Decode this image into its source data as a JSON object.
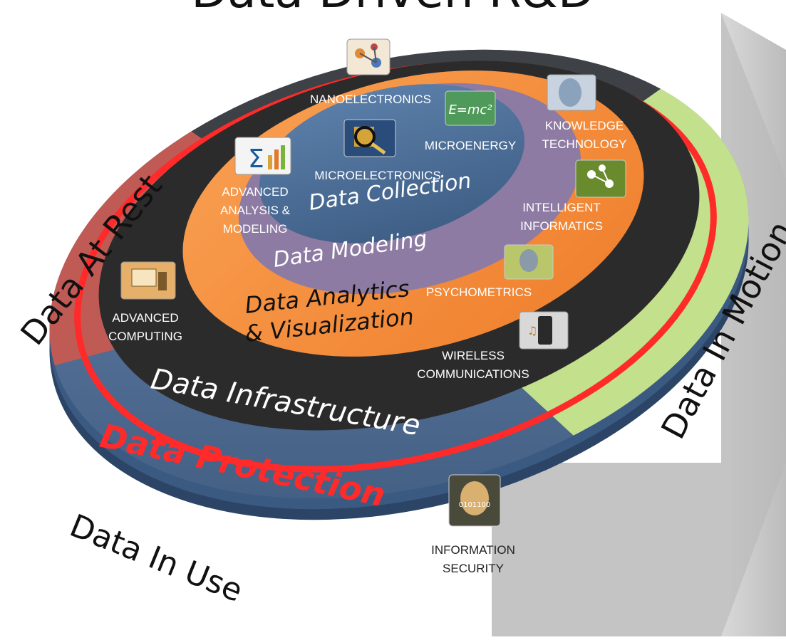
{
  "title": "Data Driven R&D",
  "states": {
    "at_rest": "Data At Rest",
    "in_motion": "Data In Motion",
    "in_use": "Data In Use"
  },
  "rings": {
    "protection": "Data Protection",
    "infrastructure": "Data Infrastructure",
    "analytics_line1": "Data Analytics",
    "analytics_line2": "& Visualization",
    "modeling": "Data Modeling",
    "collection": "Data Collection"
  },
  "domains": {
    "nanoelectronics": "NANOELECTRONICS",
    "microenergy": "MICROENERGY",
    "knowledge_line1": "KNOWLEDGE",
    "knowledge_line2": "TECHNOLOGY",
    "microelectronics": "MICROELECTRONICS",
    "analysis_line1": "ADVANCED",
    "analysis_line2": "ANALYSIS &",
    "analysis_line3": "MODELING",
    "informatics_line1": "INTELLIGENT",
    "informatics_line2": "INFORMATICS",
    "psychometrics": "PSYCHOMETRICS",
    "computing_line1": "ADVANCED",
    "computing_line2": "COMPUTING",
    "wireless_line1": "WIRELESS",
    "wireless_line2": "COMMUNICATIONS",
    "security_line1": "INFORMATION",
    "security_line2": "SECURITY"
  },
  "icons": {
    "nanoelectronics": "molecule-icon",
    "microenergy": "emc2-icon",
    "knowledge": "brain-head-icon",
    "microelectronics": "chip-magnifier-icon",
    "analysis": "sigma-chart-icon",
    "informatics": "network-icon",
    "psychometrics": "head-scan-icon",
    "computing": "computer-icon",
    "wireless": "phone-music-icon",
    "security": "hand-binary-icon"
  },
  "colors": {
    "protection_red": "#ff2a2a",
    "rest_red": "#c0504d",
    "motion_green": "#c3e08c",
    "use_blue": "#4f6e96",
    "infrastructure_black": "#2b2b2b",
    "analytics_orange": "#f58d3c",
    "modeling_purple": "#8e7ba3",
    "collection_blue": "#4a6f97",
    "arrow_grey": "#c8c8c8"
  }
}
